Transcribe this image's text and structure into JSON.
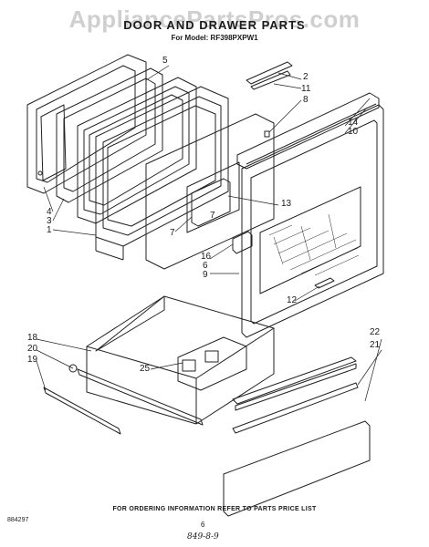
{
  "watermark": "AppliancePartsPros.com",
  "header": {
    "title": "DOOR AND DRAWER PARTS",
    "subtitle": "For Model: RF398PXPW1"
  },
  "callouts": {
    "c1": "1",
    "c2": "2",
    "c3": "3",
    "c4": "4",
    "c5": "5",
    "c6": "6",
    "c7a": "7",
    "c7b": "7",
    "c8": "8",
    "c9": "9",
    "c10": "10",
    "c11": "11",
    "c12": "12",
    "c13": "13",
    "c14": "14",
    "c16": "16",
    "c18": "18",
    "c19": "19",
    "c20": "20",
    "c21": "21",
    "c22": "22",
    "c25": "25"
  },
  "footer": {
    "note": "FOR ORDERING INFORMATION REFER TO PARTS PRICE LIST",
    "code": "884297",
    "page": "6",
    "handwritten": "849-8-9"
  }
}
